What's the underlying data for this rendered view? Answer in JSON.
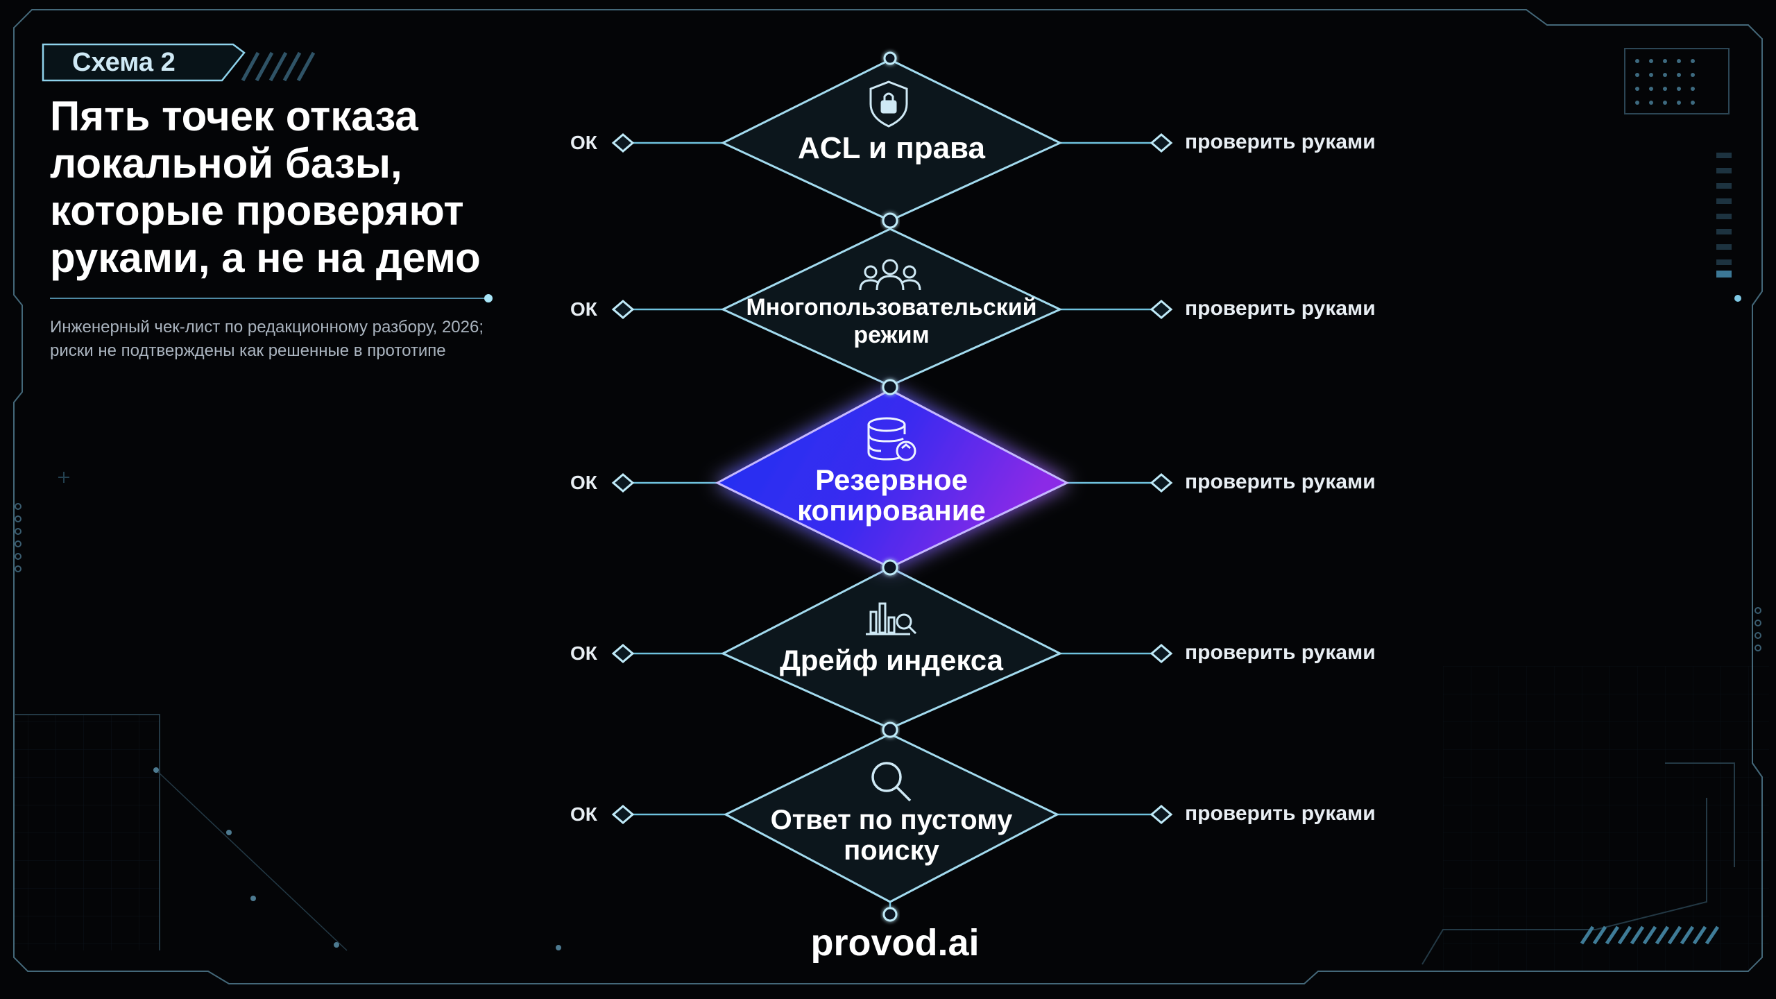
{
  "badge": "Схема 2",
  "title": "Пять точек отказа локальной базы, которые проверяют руками, а не на демо",
  "subtitle": "Инженерный чек-лист по редакционному разбору, 2026; риски не подтверждены как решенные в прототипе",
  "nodes": [
    {
      "label": "ACL и права",
      "icon": "lock-shield-icon",
      "ok": "ОК",
      "check": "проверить руками",
      "highlighted": false
    },
    {
      "label": "Многопользовательский режим",
      "icon": "users-group-icon",
      "ok": "ОК",
      "check": "проверить руками",
      "highlighted": false
    },
    {
      "label": "Резервное копирование",
      "icon": "database-sync-icon",
      "ok": "ОК",
      "check": "проверить руками",
      "highlighted": true
    },
    {
      "label": "Дрейф индекса",
      "icon": "chart-search-icon",
      "ok": "ОК",
      "check": "проверить руками",
      "highlighted": false
    },
    {
      "label": "Ответ по пустому поиску",
      "icon": "search-icon",
      "ok": "ОК",
      "check": "проверить руками",
      "highlighted": false
    }
  ],
  "brand": "provod.ai",
  "colors": {
    "accent": "#9fe0f5",
    "line": "#6fc2de",
    "highlight_start": "#2a2cf0",
    "highlight_end": "#8a2be8",
    "background": "#040507"
  }
}
